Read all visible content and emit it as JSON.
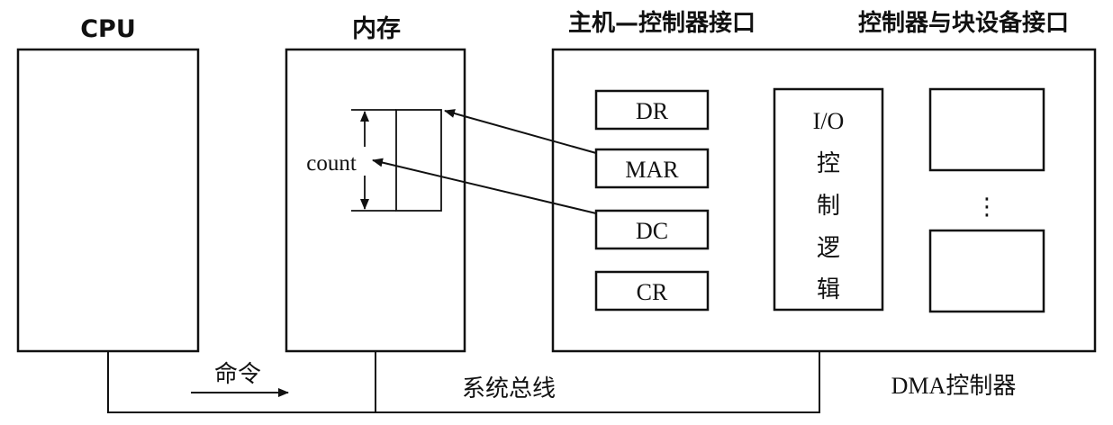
{
  "cpu": {
    "label": "CPU"
  },
  "memory": {
    "label": "内存",
    "count_label": "count"
  },
  "interface_host": {
    "label": "主机—控制器接口"
  },
  "interface_device": {
    "label": "控制器与块设备接口"
  },
  "registers": [
    {
      "key": "dr",
      "label": "DR"
    },
    {
      "key": "mar",
      "label": "MAR"
    },
    {
      "key": "dc",
      "label": "DC"
    },
    {
      "key": "cr",
      "label": "CR"
    }
  ],
  "io_logic": {
    "label_lines": [
      "I/O",
      "控",
      "制",
      "逻",
      "辑"
    ]
  },
  "device_ellipsis": "⋮",
  "bus": {
    "label": "系统总线",
    "command_label": "命令"
  },
  "dma": {
    "label": "DMA控制器"
  },
  "colors": {
    "stroke": "#111111",
    "background": "#ffffff"
  }
}
